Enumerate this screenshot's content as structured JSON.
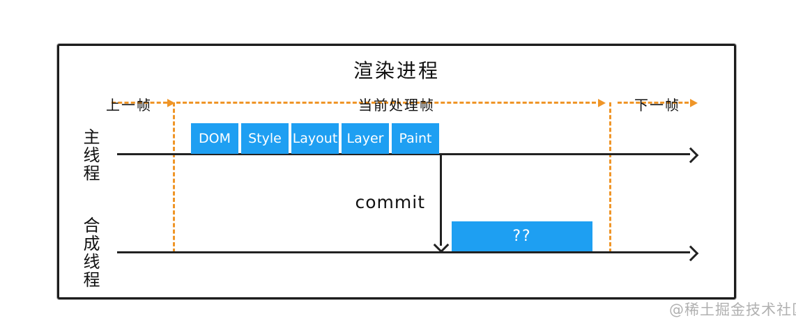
{
  "title": "渲染进程",
  "frame_markers": {
    "previous_label": "上一帧",
    "current_label": "当前处理帧",
    "next_label": "下一帧"
  },
  "main_thread": {
    "label": "主线程",
    "stages": [
      "DOM",
      "Style",
      "Layout",
      "Layer",
      "Paint"
    ]
  },
  "commit": {
    "label": "commit"
  },
  "compositor_thread": {
    "label": "合成线程",
    "task_label": "??"
  },
  "watermark": "@稀土掘金技术社区",
  "colors": {
    "stage_blue": "#1E9FF2",
    "frame_orange": "#EF9527",
    "line_black": "#222222"
  }
}
